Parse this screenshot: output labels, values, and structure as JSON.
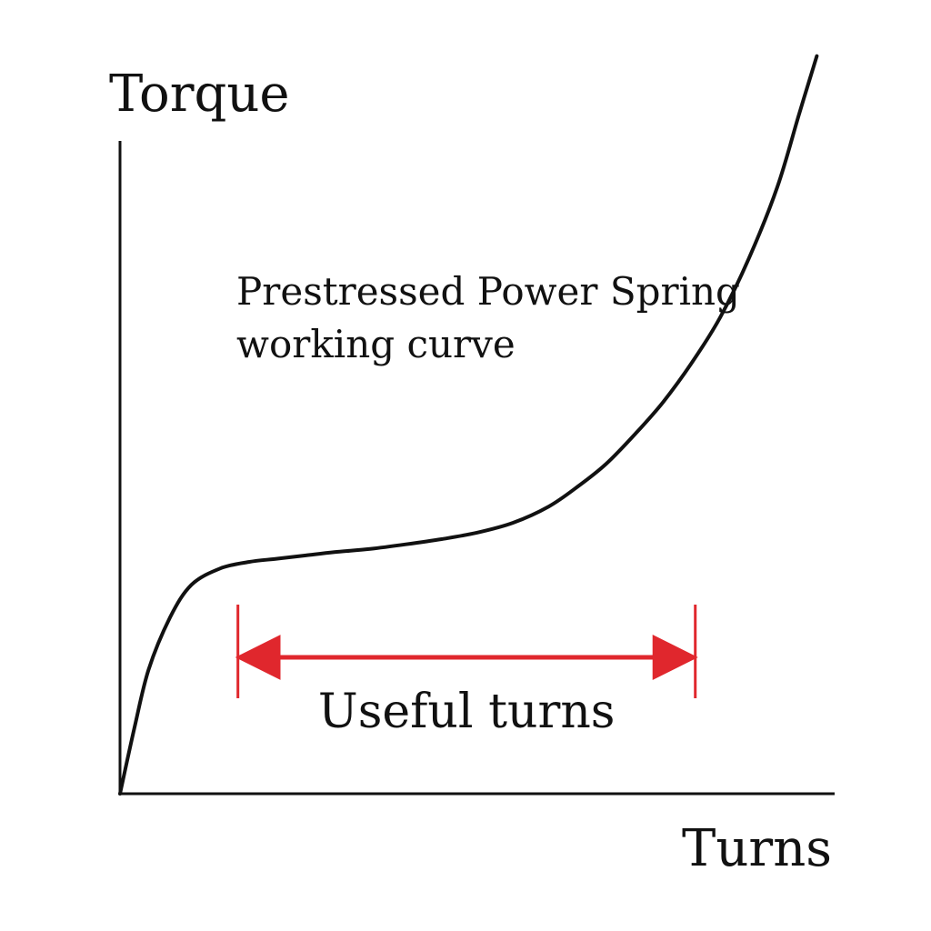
{
  "chart_data": {
    "type": "line",
    "title_lines": [
      "Prestressed Power Spring",
      "working curve"
    ],
    "xlabel": "Turns",
    "ylabel": "Torque",
    "xlim": [
      0,
      100
    ],
    "ylim": [
      0,
      100
    ],
    "grid": false,
    "ticks": "none",
    "series": [
      {
        "color": "#111111",
        "x": [
          0,
          2,
          4,
          7,
          10,
          14,
          18,
          22,
          26,
          30,
          35,
          40,
          45,
          50,
          55,
          60,
          64,
          68,
          72,
          76,
          80,
          84,
          88,
          92,
          95,
          97.5
        ],
        "y": [
          0,
          10,
          19,
          27,
          32,
          34.5,
          35.5,
          36,
          36.5,
          37,
          37.5,
          38.2,
          39,
          40,
          41.5,
          44,
          47,
          50.5,
          55,
          60,
          66,
          73,
          82,
          93,
          104,
          113
        ]
      }
    ],
    "annotations": [
      {
        "type": "double-arrow",
        "label": "Useful turns",
        "from_x": 16.5,
        "to_x": 80.5,
        "color": "#e0272d"
      }
    ]
  }
}
